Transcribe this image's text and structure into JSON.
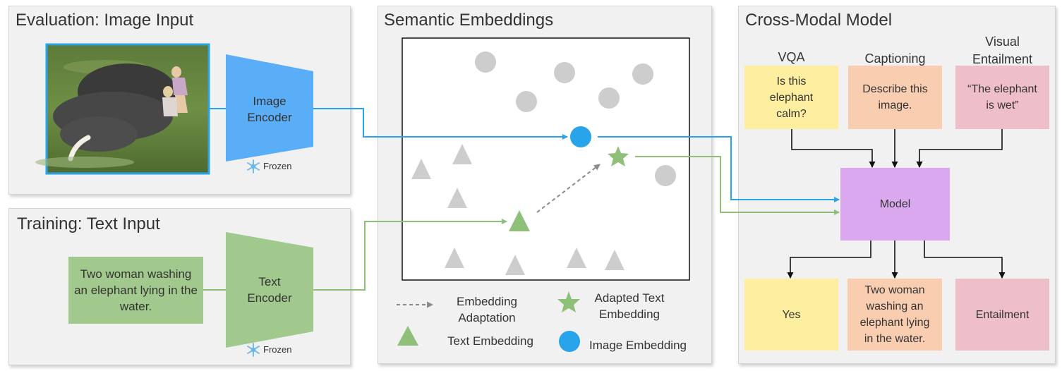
{
  "panels": {
    "eval_title": "Evaluation: Image Input",
    "train_title": "Training: Text Input",
    "semantic_title": "Semantic Embeddings",
    "crossmodal_title": "Cross-Modal Model"
  },
  "encoders": {
    "image_encoder": "Image\nEncoder",
    "text_encoder": "Text\nEncoder",
    "frozen_label": "Frozen"
  },
  "text_input": "Two woman washing an elephant lying in the water.",
  "legend": {
    "embedding_adaptation": "Embedding\nAdaptation",
    "adapted_text_embedding": "Adapted Text\nEmbedding",
    "text_embedding": "Text Embedding",
    "image_embedding": "Image Embedding"
  },
  "tasks": {
    "vqa": "VQA",
    "captioning": "Captioning",
    "visual_entailment": "Visual\nEntailment"
  },
  "inputs": {
    "vqa": "Is this\nelephant\ncalm?",
    "captioning": "Describe this\nimage.",
    "entailment": "“The elephant\nis wet”"
  },
  "model_label": "Model",
  "outputs": {
    "vqa": "Yes",
    "captioning": "Two woman\nwashing an\nelephant lying\nin the water.",
    "entailment": "Entailment"
  },
  "colors": {
    "image_blue": "#28a4ea",
    "encoder_blue": "#5aaef8",
    "text_green": "#8fc07a",
    "encoder_green": "#a2c98d",
    "gray_marker": "#cdcdcd",
    "yellow_box": "#fdeea0",
    "orange_box": "#f8cdb0",
    "pink_box": "#eebfc9",
    "model_purple": "#d9a8ee"
  }
}
